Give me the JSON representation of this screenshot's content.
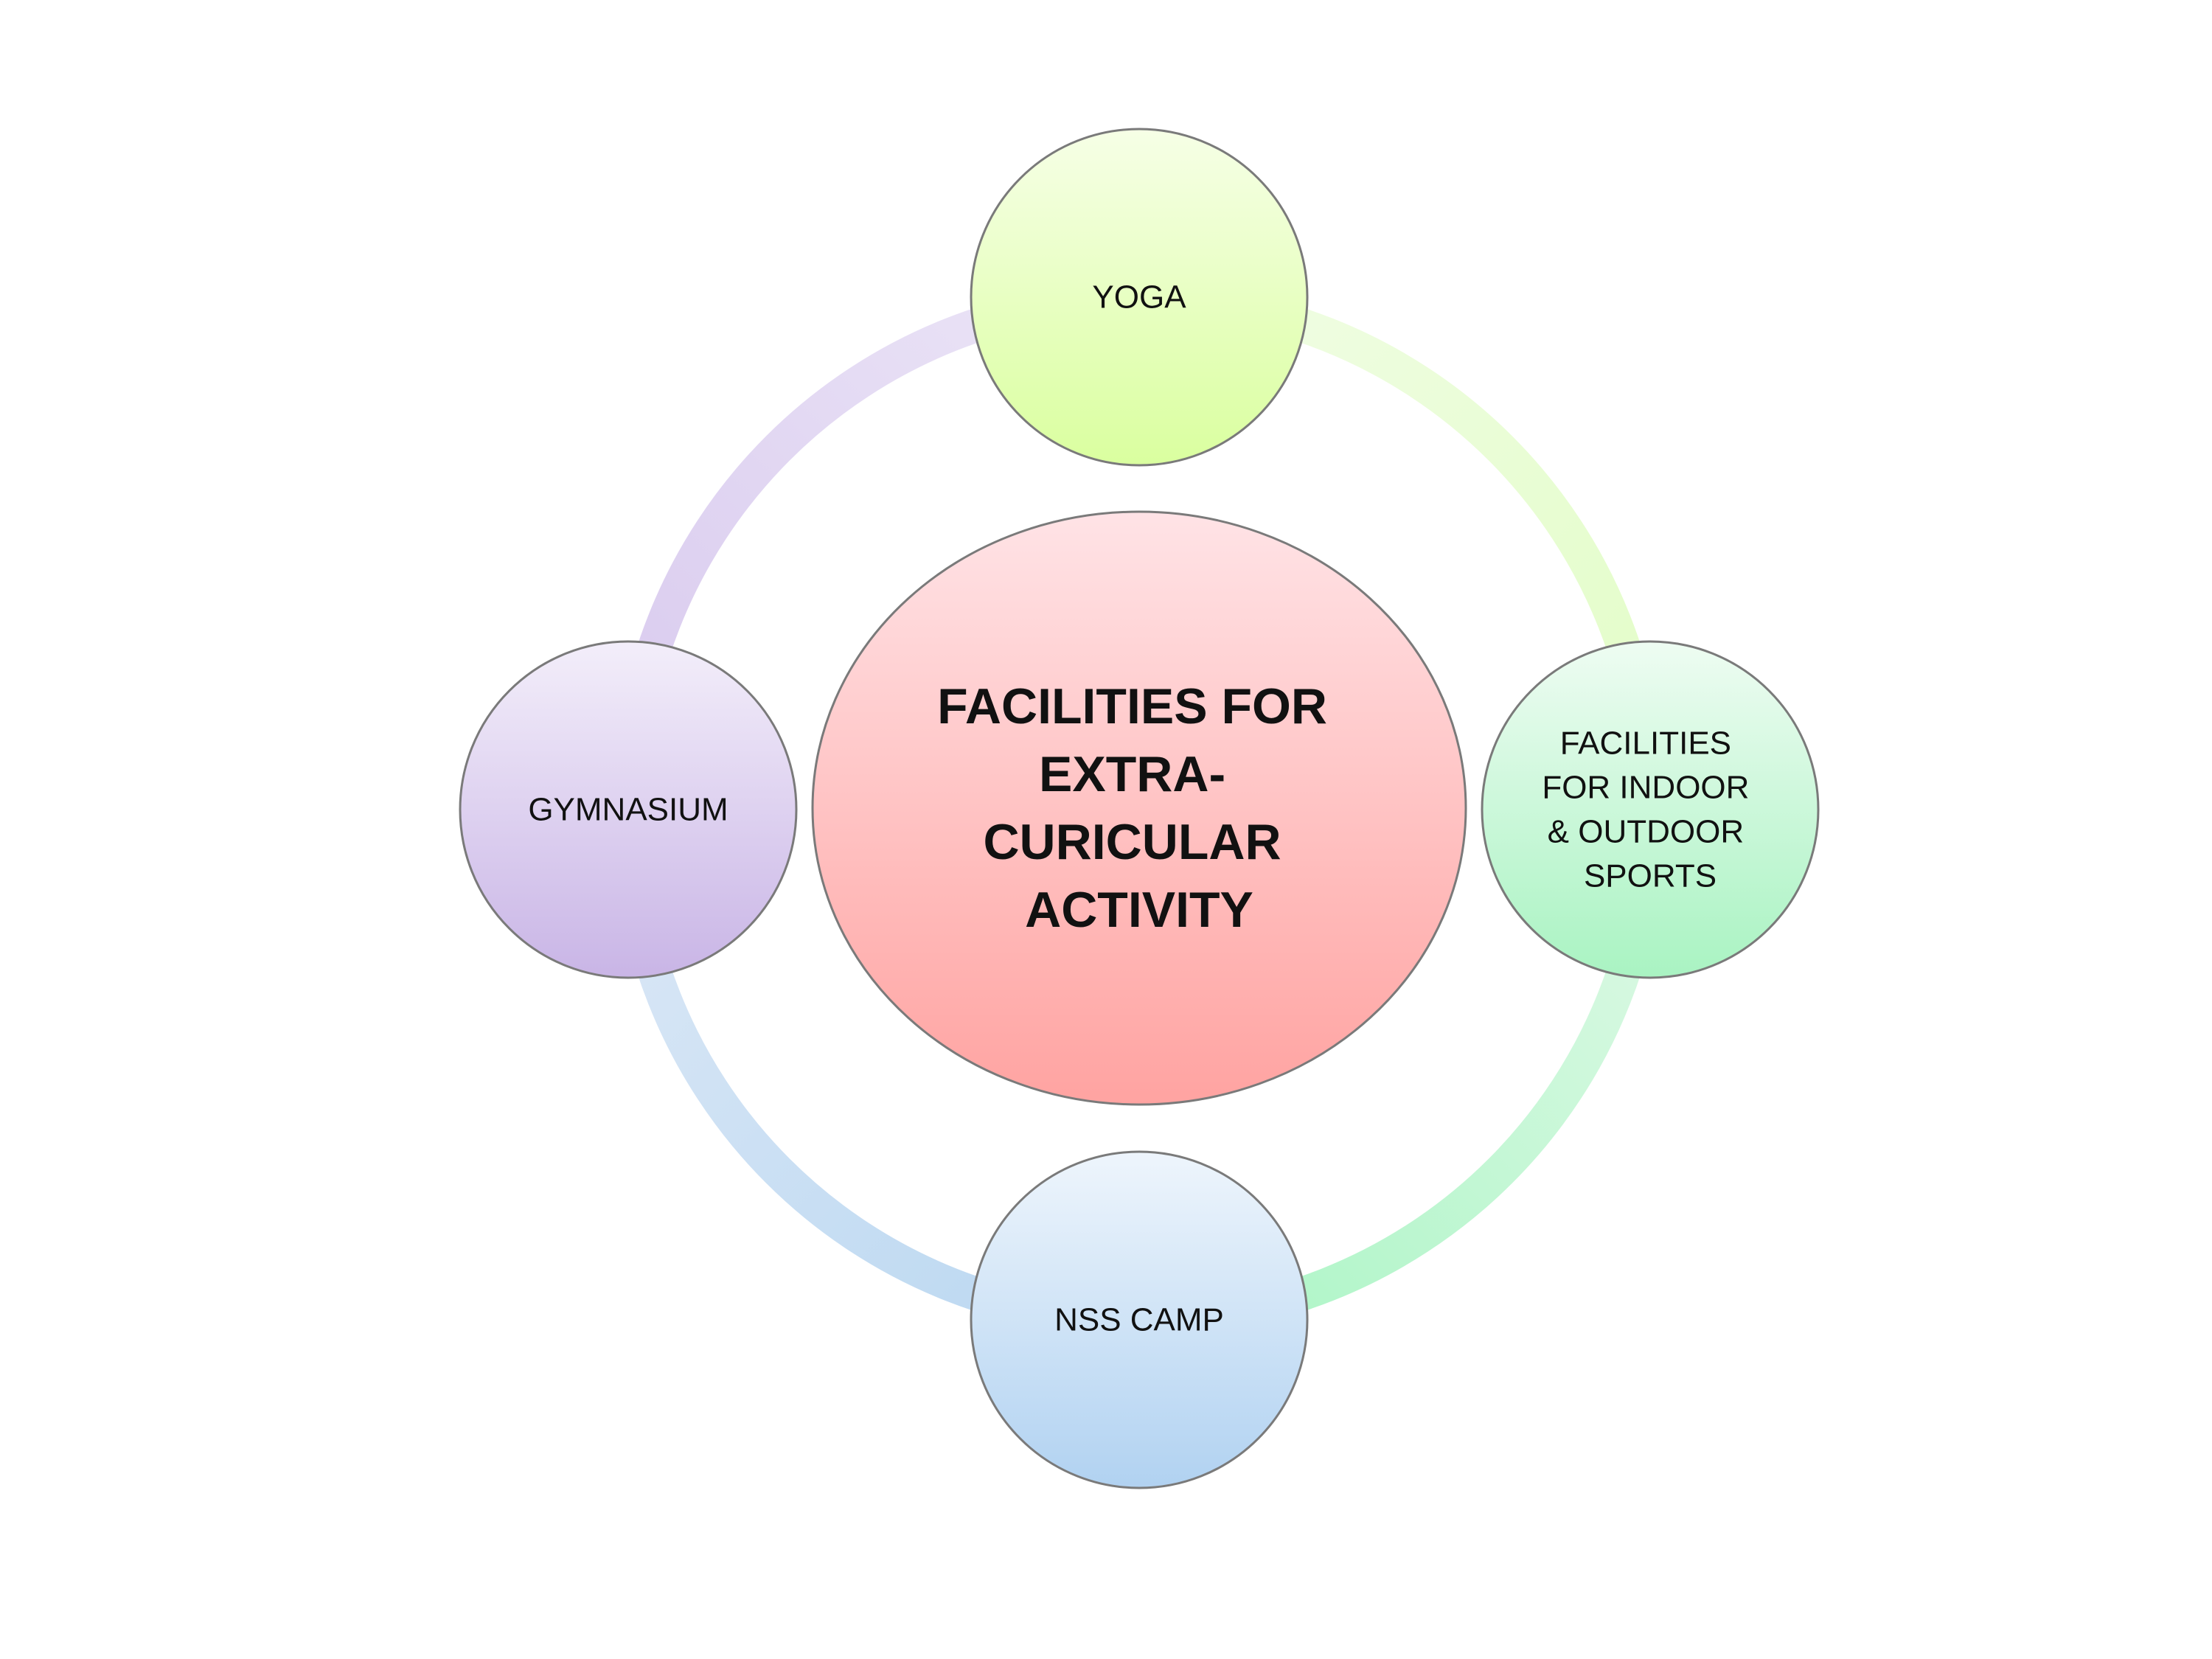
{
  "diagram": {
    "center": {
      "lines": [
        "FACILITIES FOR",
        "EXTRA-",
        "CURICULAR",
        "ACTIVITY"
      ],
      "color_top": "#FFE3E6",
      "color_bottom": "#FFA3A1"
    },
    "nodes": [
      {
        "id": "yoga",
        "lines": [
          "YOGA"
        ],
        "color_top": "#F6FFE6",
        "color_bottom": "#DAFF9F"
      },
      {
        "id": "facilities-sports",
        "lines": [
          "FACILITIES",
          "FOR INDOOR",
          "& OUTDOOR",
          "SPORTS"
        ],
        "color_top": "#EEFCF2",
        "color_bottom": "#A9F3C2"
      },
      {
        "id": "nss-camp",
        "lines": [
          "NSS CAMP"
        ],
        "color_top": "#EEF5FC",
        "color_bottom": "#B1D2F1"
      },
      {
        "id": "gymnasium",
        "lines": [
          "GYMNASIUM"
        ],
        "color_top": "#F3EEFA",
        "color_bottom": "#C9B5E6"
      }
    ],
    "ring_colors": {
      "yoga_to_sports": [
        "#F1FDE6",
        "#E2FDC6"
      ],
      "sports_to_nss": [
        "#DFF9E6",
        "#A9F5C4"
      ],
      "nss_to_gym": [
        "#B9D7F1",
        "#DCE8F6"
      ],
      "gym_to_yoga": [
        "#D8C9EE",
        "#ECE6F7"
      ]
    }
  }
}
